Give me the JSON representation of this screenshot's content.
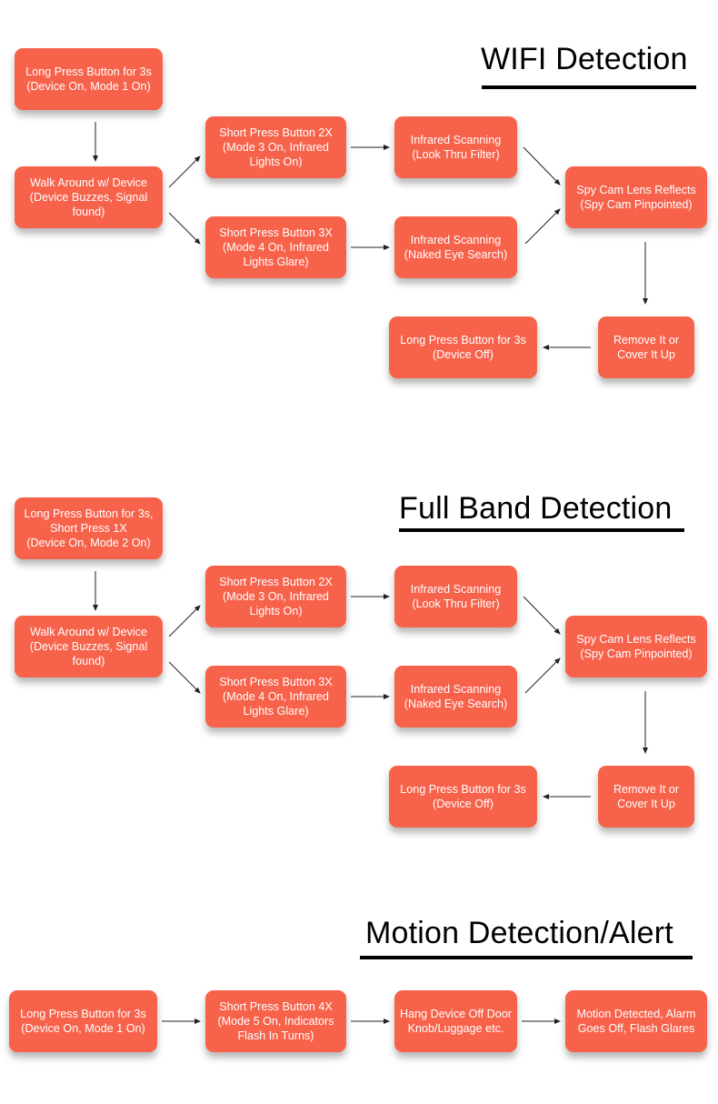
{
  "sections": [
    {
      "title": "WIFI Detection",
      "nodes": {
        "start": "Long Press Button for 3s\n(Device On, Mode 1 On)",
        "walk": "Walk Around w/ Device\n(Device Buzzes, Signal\nfound)",
        "press2x": "Short Press Button 2X\n(Mode 3 On, Infrared\nLights On)",
        "press3x": "Short Press Button 3X\n(Mode 4 On, Infrared\nLights Glare)",
        "scan_filter": "Infrared Scanning\n(Look Thru Filter)",
        "scan_eye": "Infrared Scanning\n(Naked Eye Search)",
        "lens": "Spy Cam Lens Reflects\n(Spy Cam Pinpointed)",
        "remove": "Remove It or\nCover It Up",
        "off": "Long Press Button for 3s\n(Device Off)"
      }
    },
    {
      "title": "Full Band Detection",
      "nodes": {
        "start": "Long Press Button for 3s,\nShort Press 1X\n(Device On, Mode 2 On)",
        "walk": "Walk Around w/ Device\n(Device Buzzes, Signal\nfound)",
        "press2x": "Short Press Button 2X\n(Mode 3 On, Infrared\nLights On)",
        "press3x": "Short Press Button 3X\n(Mode 4 On, Infrared\nLights Glare)",
        "scan_filter": "Infrared Scanning\n(Look Thru Filter)",
        "scan_eye": "Infrared Scanning\n(Naked Eye Search)",
        "lens": "Spy Cam Lens Reflects\n(Spy Cam Pinpointed)",
        "remove": "Remove It or\nCover It Up",
        "off": "Long Press Button for 3s\n(Device Off)"
      }
    },
    {
      "title": "Motion Detection/Alert",
      "nodes": {
        "start": "Long Press Button for 3s\n(Device On, Mode 1 On)",
        "press4x": "Short Press Button 4X\n(Mode 5 On, Indicators\nFlash In Turns)",
        "hang": "Hang Device Off Door\nKnob/Luggage etc.",
        "alarm": "Motion Detected, Alarm\nGoes Off, Flash Glares"
      }
    }
  ]
}
